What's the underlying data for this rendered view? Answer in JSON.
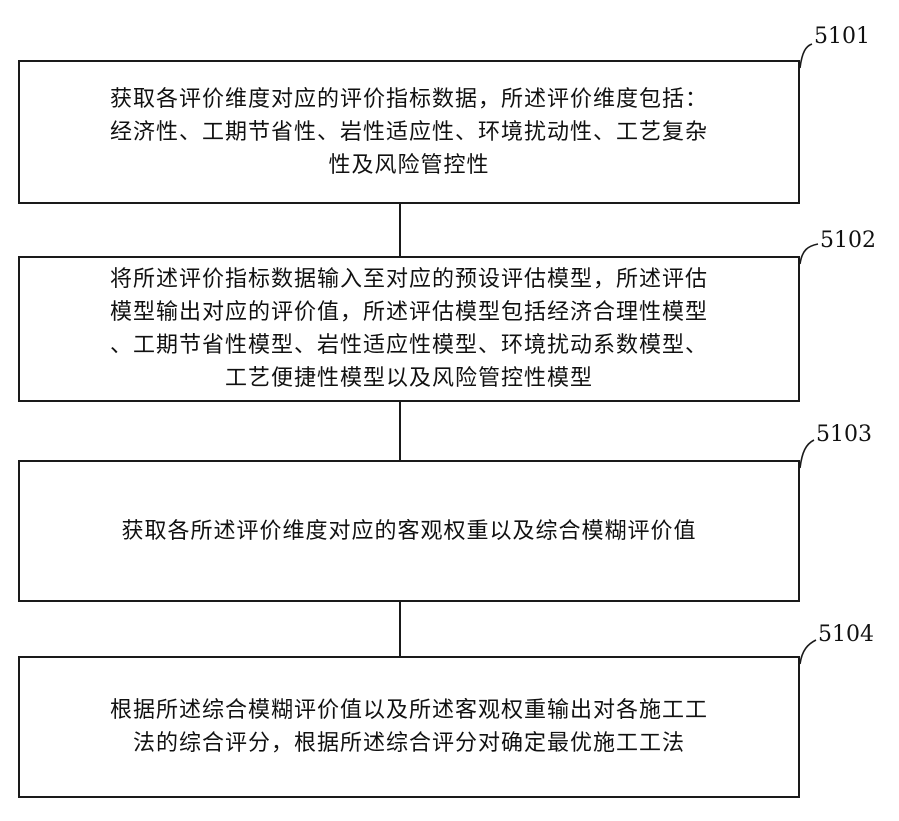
{
  "steps": [
    {
      "id": "S101",
      "label": "5101",
      "lines": [
        "获取各评价维度对应的评价指标数据，所述评价维度包括：",
        "经济性、工期节省性、岩性适应性、环境扰动性、工艺复杂",
        "性及风险管控性"
      ]
    },
    {
      "id": "S102",
      "label": "5102",
      "lines": [
        "将所述评价指标数据输入至对应的预设评估模型，所述评估",
        "模型输出对应的评价值，所述评估模型包括经济合理性模型",
        "、工期节省性模型、岩性适应性模型、环境扰动系数模型、",
        "工艺便捷性模型以及风险管控性模型"
      ]
    },
    {
      "id": "S103",
      "label": "5103",
      "lines": [
        "获取各所述评价维度对应的客观权重以及综合模糊评价值"
      ]
    },
    {
      "id": "S104",
      "label": "5104",
      "lines": [
        "根据所述综合模糊评价值以及所述客观权重输出对各施工工",
        "法的综合评分，根据所述综合评分对确定最优施工工法"
      ]
    }
  ]
}
